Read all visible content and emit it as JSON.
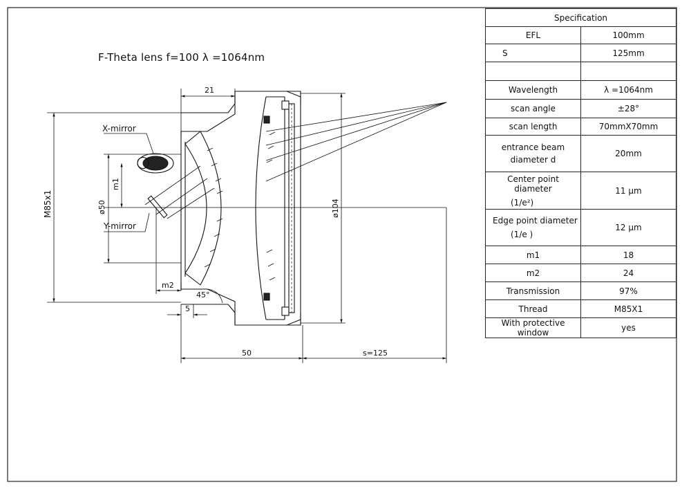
{
  "drawing": {
    "title": "F-Theta lens   f=100    λ =1064nm",
    "labels": {
      "x_mirror": "X-mirror",
      "y_mirror": "Y-mirror",
      "m1": "m1",
      "m2": "m2",
      "phi50": "ø50",
      "phi104": "ø104",
      "m85": "M85x1",
      "dim21": "21",
      "dim5": "5",
      "dim50": "50",
      "angle45": "45°",
      "s125": "s=125"
    }
  },
  "spec_table": {
    "header": "Specification",
    "rows": [
      {
        "label": "EFL",
        "value": "100mm"
      },
      {
        "label": "S",
        "value": "125mm"
      },
      {
        "label": "",
        "value": ""
      },
      {
        "label": "Wavelength",
        "value": "λ =1064nm"
      },
      {
        "label": "scan  angle",
        "value": "±28°"
      },
      {
        "label": "scan  length",
        "value": "70mmX70mm"
      },
      {
        "label": "entrance  beam",
        "label2": "diameter  d",
        "value": "20mm"
      },
      {
        "label": "Center  point  diameter",
        "label2": "(1/e²)",
        "value": "11 μm"
      },
      {
        "label": "Edge point   diameter",
        "label2": "(1/e )",
        "value": "12 μm"
      },
      {
        "label": "m1",
        "value": "18"
      },
      {
        "label": "m2",
        "value": "24"
      },
      {
        "label": "Transmission",
        "value": "97%"
      },
      {
        "label": "Thread",
        "value": "M85X1"
      },
      {
        "label": "With  protective  window",
        "value": "yes"
      }
    ]
  }
}
